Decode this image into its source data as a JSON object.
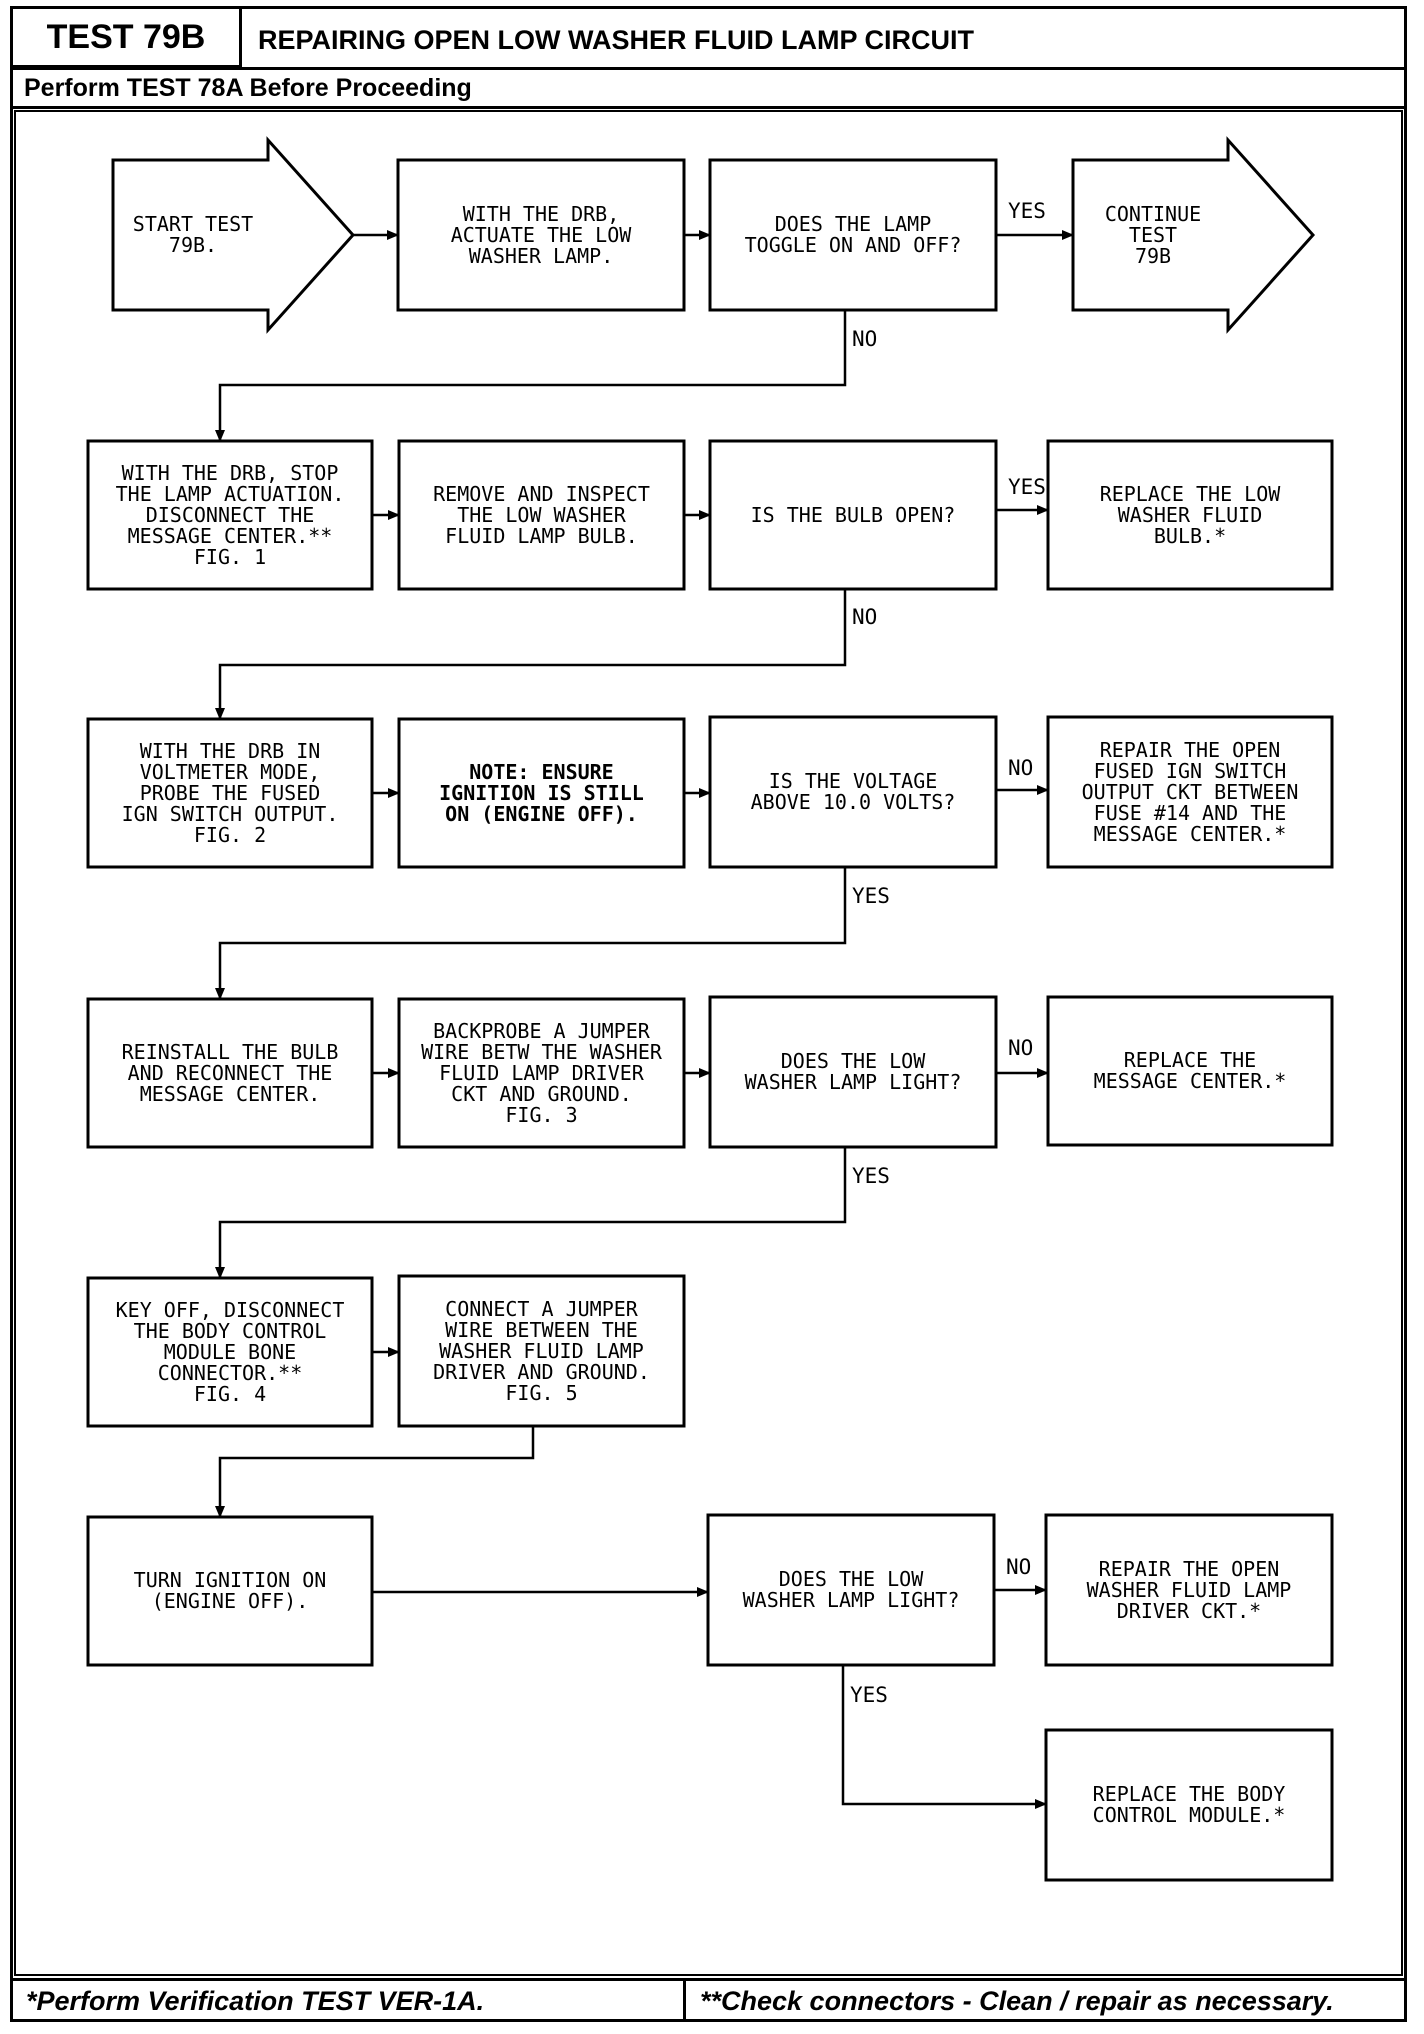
{
  "header": {
    "test_id": "TEST 79B",
    "title": "REPAIRING OPEN LOW WASHER FLUID LAMP CIRCUIT",
    "prerequisite": "Perform TEST 78A Before Proceeding"
  },
  "footer": {
    "left_note": "*Perform Verification TEST VER-1A.",
    "right_note": "**Check connectors - Clean / repair as necessary."
  },
  "nodes": [
    {
      "id": "start",
      "text": "START TEST 79B.",
      "shape": "arrow"
    },
    {
      "id": "actuate",
      "text": "WITH THE DRB,\nACTUATE THE LOW\nWASHER LAMP.",
      "shape": "box"
    },
    {
      "id": "toggle",
      "text": "DOES THE LAMP\nTOGGLE ON AND OFF?",
      "shape": "box"
    },
    {
      "id": "continue",
      "text": "CONTINUE TEST\n79B",
      "shape": "arrow"
    },
    {
      "id": "stop",
      "text": "WITH THE DRB, STOP\nTHE LAMP ACTUATION.\nDISCONNECT THE\nMESSAGE CENTER.**\nFIG. 1",
      "shape": "box"
    },
    {
      "id": "inspect",
      "text": "REMOVE AND INSPECT\nTHE LOW WASHER\nFLUID LAMP BULB.",
      "shape": "box"
    },
    {
      "id": "bulbopen",
      "text": "IS THE BULB OPEN?",
      "shape": "box"
    },
    {
      "id": "replacebulb",
      "text": "REPLACE THE LOW\nWASHER FLUID\nBULB.*",
      "shape": "box"
    },
    {
      "id": "probe",
      "text": "WITH THE DRB IN\nVOLTMETER MODE,\nPROBE THE FUSED\nIGN SWITCH OUTPUT.\nFIG. 2",
      "shape": "box"
    },
    {
      "id": "note",
      "text": "NOTE: ENSURE\nIGNITION IS STILL\nON (ENGINE OFF).",
      "shape": "box",
      "bold": true
    },
    {
      "id": "voltage",
      "text": "IS THE VOLTAGE\nABOVE 10.0 VOLTS?",
      "shape": "box"
    },
    {
      "id": "repairign",
      "text": "REPAIR THE OPEN\nFUSED IGN SWITCH\nOUTPUT CKT BETWEEN\nFUSE #14 AND THE\nMESSAGE CENTER.*",
      "shape": "box"
    },
    {
      "id": "reinstall",
      "text": "REINSTALL THE BULB\nAND RECONNECT THE\nMESSAGE CENTER.",
      "shape": "box"
    },
    {
      "id": "backprobe",
      "text": "BACKPROBE A JUMPER\nWIRE BETW THE WASHER\nFLUID LAMP DRIVER\nCKT AND GROUND.\nFIG. 3",
      "shape": "box"
    },
    {
      "id": "light1",
      "text": "DOES THE LOW\nWASHER LAMP LIGHT?",
      "shape": "box"
    },
    {
      "id": "replacemc",
      "text": "REPLACE THE\nMESSAGE CENTER.*",
      "shape": "box"
    },
    {
      "id": "keyoff",
      "text": "KEY OFF, DISCONNECT\nTHE BODY CONTROL\nMODULE BONE\nCONNECTOR.**\nFIG. 4",
      "shape": "box"
    },
    {
      "id": "jumper",
      "text": "CONNECT A JUMPER\nWIRE BETWEEN THE\nWASHER FLUID LAMP\nDRIVER AND GROUND.\nFIG. 5",
      "shape": "box"
    },
    {
      "id": "ignon",
      "text": "TURN IGNITION ON\n(ENGINE OFF).",
      "shape": "box"
    },
    {
      "id": "light2",
      "text": "DOES THE LOW\nWASHER LAMP LIGHT?",
      "shape": "box"
    },
    {
      "id": "repairdriver",
      "text": "REPAIR THE OPEN\nWASHER FLUID LAMP\nDRIVER CKT.*",
      "shape": "box"
    },
    {
      "id": "replacebcm",
      "text": "REPLACE THE BODY\nCONTROL MODULE.*",
      "shape": "box"
    }
  ],
  "edges": [
    {
      "from": "start",
      "to": "actuate",
      "label": ""
    },
    {
      "from": "actuate",
      "to": "toggle",
      "label": ""
    },
    {
      "from": "toggle",
      "to": "continue",
      "label": "YES"
    },
    {
      "from": "toggle",
      "to": "stop",
      "label": "NO"
    },
    {
      "from": "stop",
      "to": "inspect",
      "label": ""
    },
    {
      "from": "inspect",
      "to": "bulbopen",
      "label": ""
    },
    {
      "from": "bulbopen",
      "to": "replacebulb",
      "label": "YES"
    },
    {
      "from": "bulbopen",
      "to": "probe",
      "label": "NO"
    },
    {
      "from": "probe",
      "to": "note",
      "label": ""
    },
    {
      "from": "note",
      "to": "voltage",
      "label": ""
    },
    {
      "from": "voltage",
      "to": "repairign",
      "label": "NO"
    },
    {
      "from": "voltage",
      "to": "reinstall",
      "label": "YES"
    },
    {
      "from": "reinstall",
      "to": "backprobe",
      "label": ""
    },
    {
      "from": "backprobe",
      "to": "light1",
      "label": ""
    },
    {
      "from": "light1",
      "to": "replacemc",
      "label": "NO"
    },
    {
      "from": "light1",
      "to": "keyoff",
      "label": "YES"
    },
    {
      "from": "keyoff",
      "to": "jumper",
      "label": ""
    },
    {
      "from": "jumper",
      "to": "ignon",
      "label": ""
    },
    {
      "from": "ignon",
      "to": "light2",
      "label": ""
    },
    {
      "from": "light2",
      "to": "repairdriver",
      "label": "NO"
    },
    {
      "from": "light2",
      "to": "replacebcm",
      "label": "YES"
    }
  ]
}
